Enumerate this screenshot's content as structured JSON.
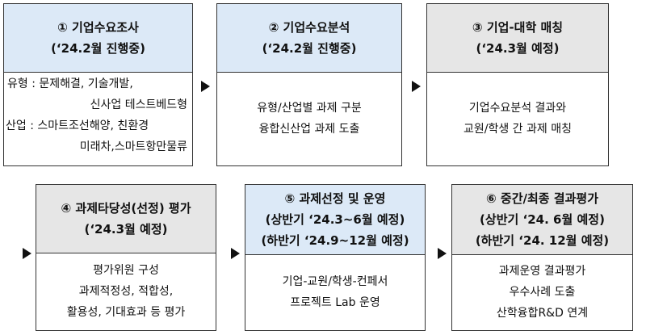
{
  "steps": [
    {
      "header": [
        "① 기업수요조사",
        "(‘24.2월 진행중)"
      ],
      "body": [
        "유형 : 문제해결, 기술개발,",
        "신사업 테스트베드형",
        "산업 : 스마트조선해양, 친환경",
        "미래차,스마트항만물류"
      ]
    },
    {
      "header": [
        "② 기업수요분석",
        "(‘24.2월 진행중)"
      ],
      "body": [
        "유형/산업별 과제 구분",
        "융합신산업 과제 도출"
      ]
    },
    {
      "header": [
        "③ 기업-대학 매칭",
        "(‘24.3월 예정)"
      ],
      "body": [
        "기업수요분석 결과와",
        "교원/학생 간 과제 매칭"
      ]
    },
    {
      "header": [
        "④ 과제타당성(선정) 평가",
        "(‘24.3월 예정)"
      ],
      "body": [
        "평가위원 구성",
        "과제적정성, 적합성,",
        "활용성, 기대효과 등 평가"
      ]
    },
    {
      "header": [
        "⑤ 과제선정 및 운영",
        "(상반기 ‘24.3~6월 예정)",
        "(하반기 ‘24.9~12월 예정)"
      ],
      "body": [
        "기업-교원/학생-컨페서",
        "프로젝트 Lab 운영"
      ]
    },
    {
      "header": [
        "⑥ 중간/최종 결과평가",
        "(상반기 ‘24. 6월 예정)",
        "(하반기 ‘24. 12월 예정)"
      ],
      "body": [
        "과제운영 결과평가",
        "우수사례 도출",
        "산학융합R&D 연계"
      ]
    }
  ]
}
